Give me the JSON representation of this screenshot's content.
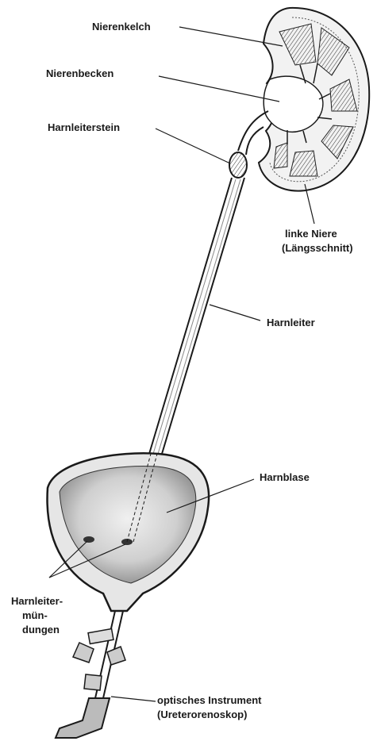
{
  "labels": {
    "nierenkelch": "Nierenkelch",
    "nierenbecken": "Nierenbecken",
    "harnleiterstein": "Harnleiterstein",
    "linke_niere_line1": "linke Niere",
    "linke_niere_line2": "(Längsschnitt)",
    "harnleiter": "Harnleiter",
    "harnblase": "Harnblase",
    "harnleitermuendungen_line1": "Harnleiter-",
    "harnleitermuendungen_line2": "mün-",
    "harnleitermuendungen_line3": "dungen",
    "instrument_line1": "optisches Instrument",
    "instrument_line2": "(Ureterorenoskop)"
  },
  "colors": {
    "ink": "#1a1a1a",
    "paper": "#ffffff",
    "bladder_fill": "#cfcfcf",
    "kidney_fill": "#f2f2f2"
  }
}
